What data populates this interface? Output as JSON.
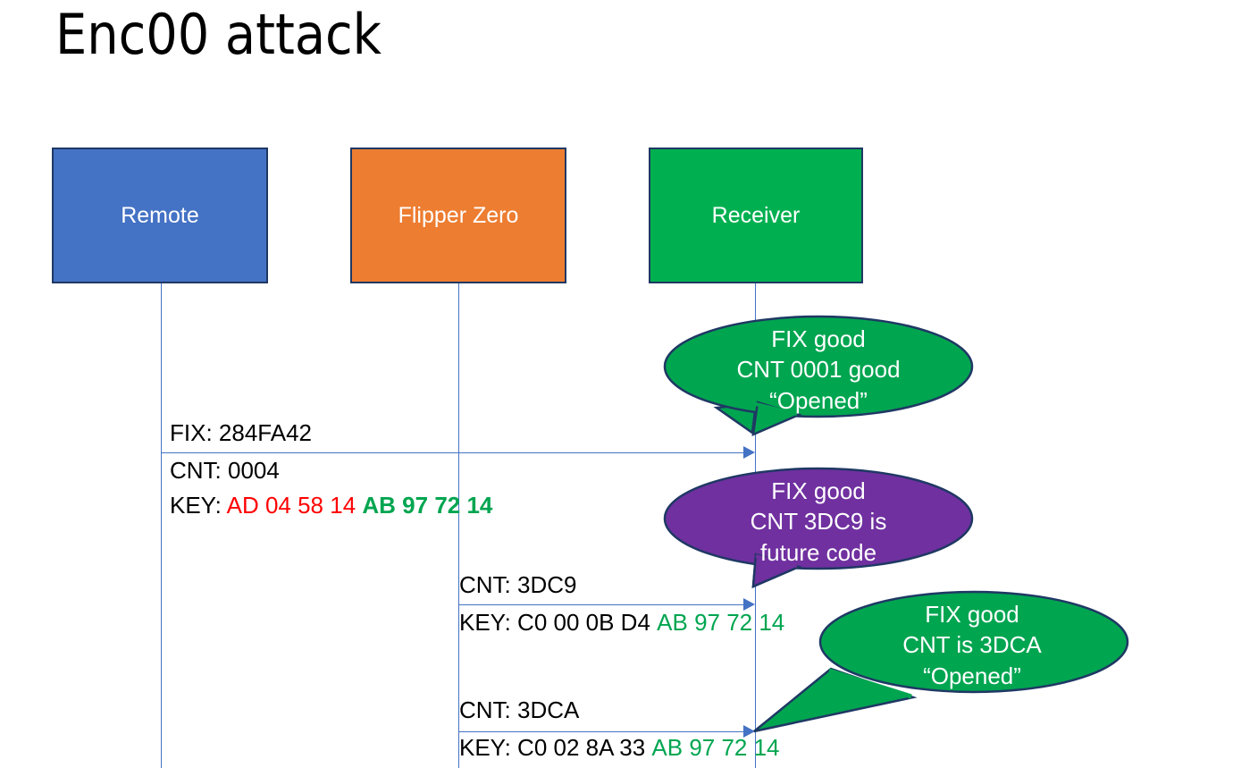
{
  "slide": {
    "title": "Enc00 attack"
  },
  "actors": [
    {
      "id": "remote",
      "label": "Remote",
      "color": "#4472C4"
    },
    {
      "id": "flipper",
      "label": "Flipper Zero",
      "color": "#ED7D31"
    },
    {
      "id": "receiver",
      "label": "Receiver",
      "color": "#00B050"
    }
  ],
  "messages": [
    {
      "id": "msg1",
      "from": "remote",
      "to": "receiver",
      "lines": [
        {
          "id": "fix",
          "prefix": "FIX: ",
          "value": "284FA42"
        },
        {
          "id": "cnt1",
          "prefix": "CNT: ",
          "value": "0004"
        },
        {
          "id": "key1",
          "prefix": "KEY: ",
          "hex_red": "AD 04 58 14",
          "hex_green": "AB 97 72 14"
        }
      ]
    },
    {
      "id": "msg2",
      "from": "flipper",
      "to": "receiver",
      "lines": [
        {
          "id": "cnt2",
          "prefix": "CNT: ",
          "value": "3DC9"
        },
        {
          "id": "key2",
          "prefix": "KEY: ",
          "hex_black": "C0 00 0B D4",
          "hex_green": "AB 97 72 14"
        }
      ]
    },
    {
      "id": "msg3",
      "from": "flipper",
      "to": "receiver",
      "lines": [
        {
          "id": "cnt3",
          "prefix": "CNT: ",
          "value": "3DCA"
        },
        {
          "id": "key3",
          "prefix": "KEY: ",
          "hex_black": "C0 02 8A 33",
          "hex_green": "AB 97 72 14"
        }
      ]
    }
  ],
  "callouts": [
    {
      "id": "callout1",
      "color": "#00A550",
      "line1": "FIX good",
      "line2": "CNT 0001 good",
      "line3": "“Opened”"
    },
    {
      "id": "callout2",
      "color": "#7030A0",
      "line1": "FIX good",
      "line2": "CNT 3DC9 is",
      "line3": "future code"
    },
    {
      "id": "callout3",
      "color": "#00A550",
      "line1": "FIX good",
      "line2": "CNT is 3DCA",
      "line3": "“Opened”"
    }
  ],
  "colors": {
    "blue": "#4472C4",
    "orange": "#ED7D31",
    "green": "#00B050",
    "purple": "#7030A0",
    "red": "#FF0000",
    "hex_green": "#00A550",
    "border": "#1F3864"
  }
}
